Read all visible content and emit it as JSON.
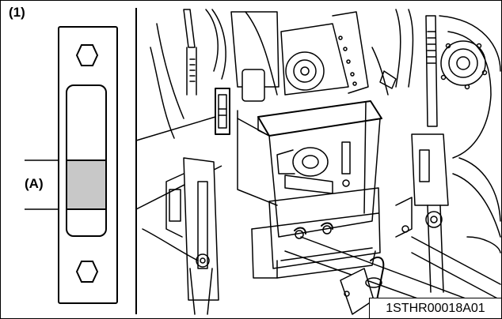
{
  "figure": {
    "panel_label": "(1)",
    "level_label": "(A)",
    "image_code": "1STHR00018A01"
  },
  "colors": {
    "line": "#000000",
    "level_band": "#c8c8c8",
    "background": "#ffffff"
  }
}
